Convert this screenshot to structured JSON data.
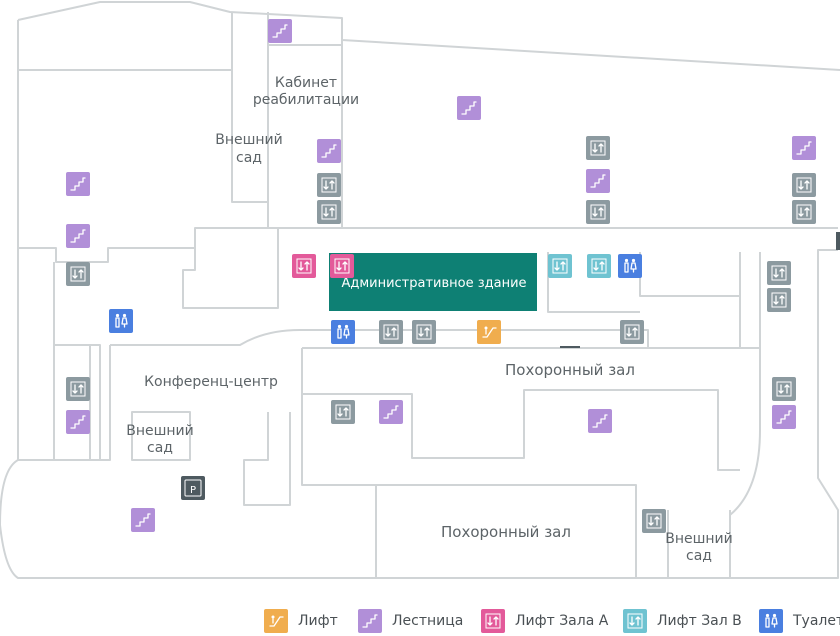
{
  "colors": {
    "wall": "#d0d4d6",
    "admin_building": "#0e8074",
    "elevator": "#f0ad4e",
    "stairs": "#b18fd8",
    "hall_a_elevator": "#e35a9a",
    "hall_b_elevator": "#6fc3d1",
    "toilet": "#4a7fe0",
    "service_elevator": "#8c9aa0",
    "parking": "#4e5a60"
  },
  "rooms": {
    "rehab_cabinet": "Кабинет реабилитации",
    "rehab_line1": "Кабинет",
    "rehab_line2": "реабилитации",
    "outer_garden_1_line1": "Внешний",
    "outer_garden_1_line2": "сад",
    "admin_building": "Административное здание",
    "conference_center": "Конференц-центр",
    "outer_garden_2_line1": "Внешний",
    "outer_garden_2_line2": "сад",
    "funeral_hall_1": "Похоронный зал",
    "funeral_hall_2": "Похоронный зал",
    "outer_garden_3_line1": "Внешний",
    "outer_garden_3_line2": "сад",
    "parking_letter": "P"
  },
  "legend": [
    {
      "key": "elevator",
      "icon": "escalator-icon",
      "label": "Лифт"
    },
    {
      "key": "stairs",
      "icon": "stairs-icon",
      "label": "Лестница"
    },
    {
      "key": "hall_a_elevator",
      "icon": "elevator-icon",
      "label": "Лифт Зала А"
    },
    {
      "key": "hall_b_elevator",
      "icon": "elevator-icon",
      "label": "Лифт Зал В"
    },
    {
      "key": "toilet",
      "icon": "toilet-icon",
      "label": "Туалет"
    }
  ]
}
